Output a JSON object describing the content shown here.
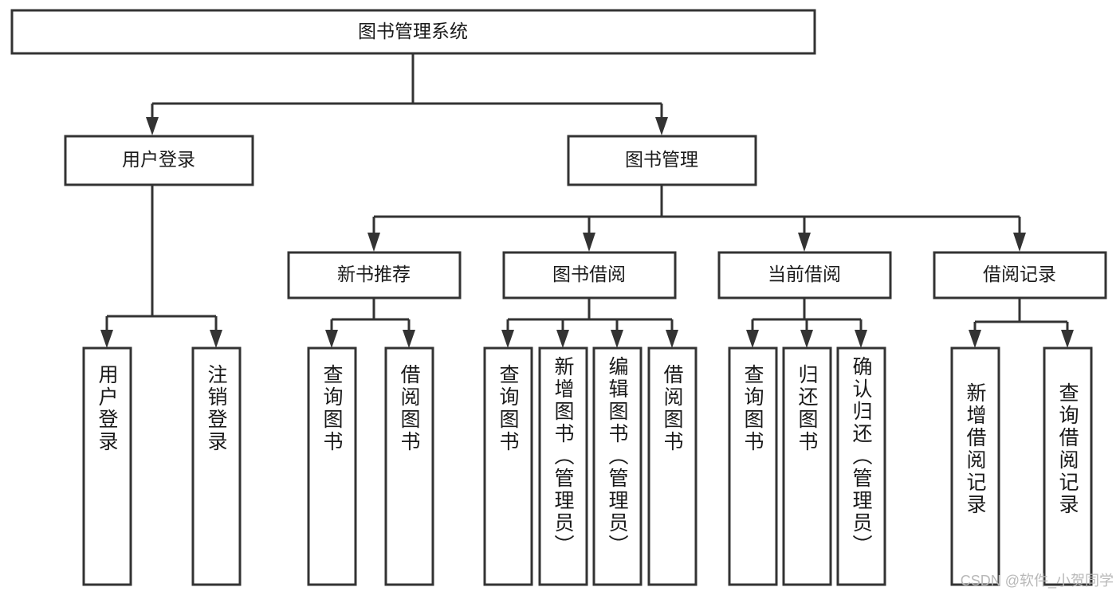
{
  "diagram": {
    "type": "hierarchy-tree",
    "title": "图书管理系统",
    "watermark": "CSDN @软件_小贺同学",
    "colors": {
      "background": "#ffffff",
      "box_fill": "#ffffff",
      "box_stroke": "#333333",
      "text": "#1a1a1a",
      "watermark": "#b8b8b8"
    },
    "levels": {
      "root": {
        "label": "图书管理系统"
      },
      "level2": [
        {
          "label": "用户登录"
        },
        {
          "label": "图书管理"
        }
      ],
      "level3": [
        {
          "label": "新书推荐"
        },
        {
          "label": "图书借阅"
        },
        {
          "label": "当前借阅"
        },
        {
          "label": "借阅记录"
        }
      ],
      "leaves": [
        {
          "label": "用户登录",
          "parent": "用户登录"
        },
        {
          "label": "注销登录",
          "parent": "用户登录"
        },
        {
          "label": "查询图书",
          "parent": "新书推荐"
        },
        {
          "label": "借阅图书",
          "parent": "新书推荐"
        },
        {
          "label": "查询图书",
          "parent": "图书借阅"
        },
        {
          "label": "新增图书（管理员）",
          "parent": "图书借阅"
        },
        {
          "label": "编辑图书（管理员）",
          "parent": "图书借阅"
        },
        {
          "label": "借阅图书",
          "parent": "图书借阅"
        },
        {
          "label": "查询图书",
          "parent": "当前借阅"
        },
        {
          "label": "归还图书",
          "parent": "当前借阅"
        },
        {
          "label": "确认归还（管理员）",
          "parent": "当前借阅"
        },
        {
          "label": "新增借阅记录",
          "parent": "借阅记录"
        },
        {
          "label": "查询借阅记录",
          "parent": "借阅记录"
        }
      ]
    }
  }
}
